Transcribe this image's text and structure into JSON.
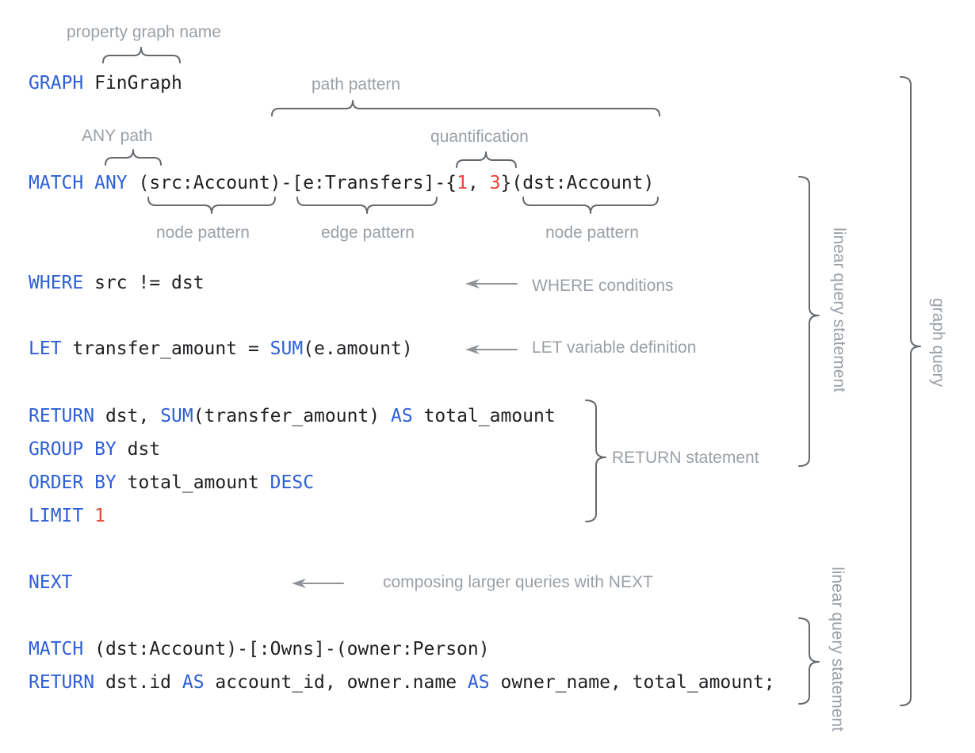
{
  "colors": {
    "keyword": "#2d5fd7",
    "number": "#ea4335",
    "code": "#202124",
    "label": "#9aa0a6",
    "brace": "#65696e",
    "arrow": "#909499"
  },
  "annotations": {
    "property_graph_name": "property graph name",
    "path_pattern": "path pattern",
    "any_path": "ANY path",
    "quantification": "quantification",
    "node_pattern_left": "node pattern",
    "edge_pattern": "edge pattern",
    "node_pattern_right": "node pattern",
    "where_conditions": "WHERE conditions",
    "let_variable_definition": "LET variable definition",
    "return_statement": "RETURN statement",
    "composing_next": "composing larger queries with NEXT",
    "linear_query_statement_1": "linear query statement",
    "linear_query_statement_2": "linear query statement",
    "graph_query": "graph query"
  },
  "code": {
    "lines": [
      {
        "name": "graph-clause",
        "tokens": [
          {
            "t": "GRAPH",
            "c": "kw"
          },
          {
            "t": " FinGraph",
            "c": "pl"
          }
        ]
      },
      {
        "name": "match-any-clause",
        "tokens": [
          {
            "t": "MATCH",
            "c": "kw"
          },
          {
            "t": " ",
            "c": "pl"
          },
          {
            "t": "ANY",
            "c": "kw"
          },
          {
            "t": " (src:Account)-[e:Transfers]-{",
            "c": "pl"
          },
          {
            "t": "1",
            "c": "num"
          },
          {
            "t": ", ",
            "c": "pl"
          },
          {
            "t": "3",
            "c": "num"
          },
          {
            "t": "}(dst:Account)",
            "c": "pl"
          }
        ]
      },
      {
        "name": "where-clause",
        "tokens": [
          {
            "t": "WHERE",
            "c": "kw"
          },
          {
            "t": " src != dst",
            "c": "pl"
          }
        ]
      },
      {
        "name": "let-clause",
        "tokens": [
          {
            "t": "LET",
            "c": "kw"
          },
          {
            "t": " transfer_amount = ",
            "c": "pl"
          },
          {
            "t": "SUM",
            "c": "kw"
          },
          {
            "t": "(e.amount)",
            "c": "pl"
          }
        ]
      },
      {
        "name": "return-clause",
        "tokens": [
          {
            "t": "RETURN",
            "c": "kw"
          },
          {
            "t": " dst, ",
            "c": "pl"
          },
          {
            "t": "SUM",
            "c": "kw"
          },
          {
            "t": "(transfer_amount) ",
            "c": "pl"
          },
          {
            "t": "AS",
            "c": "kw"
          },
          {
            "t": " total_amount",
            "c": "pl"
          }
        ]
      },
      {
        "name": "group-by-clause",
        "tokens": [
          {
            "t": "GROUP BY",
            "c": "kw"
          },
          {
            "t": " dst",
            "c": "pl"
          }
        ]
      },
      {
        "name": "order-by-clause",
        "tokens": [
          {
            "t": "ORDER BY",
            "c": "kw"
          },
          {
            "t": " total_amount ",
            "c": "pl"
          },
          {
            "t": "DESC",
            "c": "kw"
          }
        ]
      },
      {
        "name": "limit-clause",
        "tokens": [
          {
            "t": "LIMIT",
            "c": "kw"
          },
          {
            "t": " ",
            "c": "pl"
          },
          {
            "t": "1",
            "c": "num"
          }
        ]
      },
      {
        "name": "next-clause",
        "tokens": [
          {
            "t": "NEXT",
            "c": "kw"
          }
        ]
      },
      {
        "name": "match-owns-clause",
        "tokens": [
          {
            "t": "MATCH",
            "c": "kw"
          },
          {
            "t": " (dst:Account)-[:Owns]-(owner:Person)",
            "c": "pl"
          }
        ]
      },
      {
        "name": "final-return-clause",
        "tokens": [
          {
            "t": "RETURN",
            "c": "kw"
          },
          {
            "t": " dst.id ",
            "c": "pl"
          },
          {
            "t": "AS",
            "c": "kw"
          },
          {
            "t": " account_id, owner.name ",
            "c": "pl"
          },
          {
            "t": "AS",
            "c": "kw"
          },
          {
            "t": " owner_name, total_amount;",
            "c": "pl"
          }
        ]
      }
    ]
  }
}
